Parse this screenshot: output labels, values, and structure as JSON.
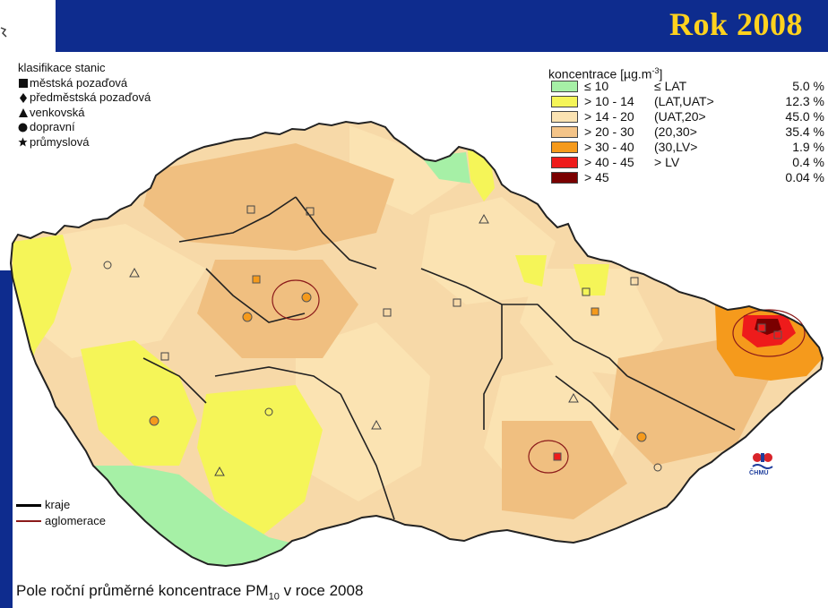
{
  "title": "Rok 2008",
  "stations": {
    "heading": "klasifikace stanic",
    "items": [
      {
        "label": "městská pozaďová",
        "icon": "filled-square-icon"
      },
      {
        "label": "předměstská pozaďová",
        "icon": "diamond-icon"
      },
      {
        "label": "venkovská",
        "icon": "filled-triangle-icon"
      },
      {
        "label": "dopravní",
        "icon": "filled-circle-icon"
      },
      {
        "label": "průmyslová",
        "icon": "star-icon"
      }
    ]
  },
  "concentration": {
    "heading": "koncentrace [µg.m",
    "heading_sup": "-3",
    "heading_end": "]",
    "rows": [
      {
        "range": "≤ 10",
        "class": "≤ LAT",
        "share": "5.0 %",
        "color": "#a6f0a6"
      },
      {
        "range": "> 10 - 14",
        "class": "(LAT,UAT>",
        "share": "12.3 %",
        "color": "#f5f558"
      },
      {
        "range": "> 14 - 20",
        "class": "(UAT,20>",
        "share": "45.0 %",
        "color": "#fbe3b2"
      },
      {
        "range": "> 20 - 30",
        "class": "(20,30>",
        "share": "35.4 %",
        "color": "#f4c488"
      },
      {
        "range": "> 30 - 40",
        "class": "(30,LV>",
        "share": "1.9 %",
        "color": "#f59a1c"
      },
      {
        "range": "> 40 - 45",
        "class": "> LV",
        "share": "0.4 %",
        "color": "#ee1b1b"
      },
      {
        "range": "> 45",
        "class": "",
        "share": "0.04 %",
        "color": "#7a0000"
      }
    ]
  },
  "boundaries": [
    {
      "label": "kraje",
      "color": "#000000"
    },
    {
      "label": "aglomerace",
      "color": "#8b1a1a"
    }
  ],
  "logo": {
    "text": "ČHMÚ"
  },
  "caption": {
    "main": "Pole roční průměrné koncentrace PM",
    "sub": "10",
    "end": " v roce 2008"
  }
}
